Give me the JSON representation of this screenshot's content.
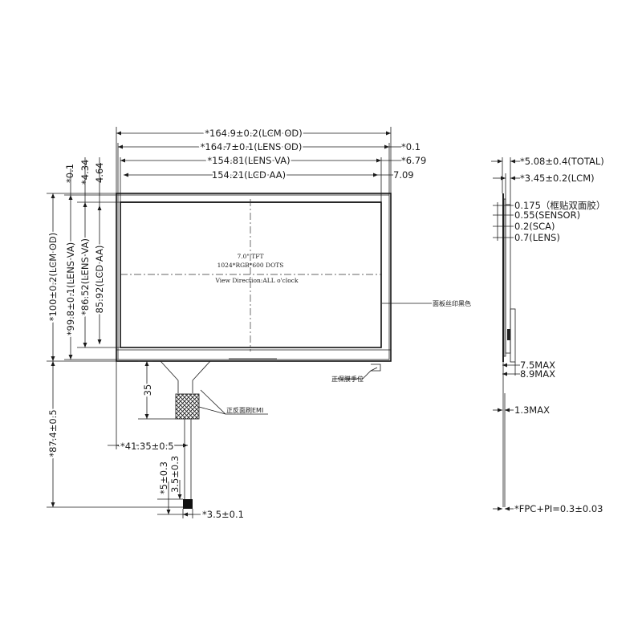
{
  "front_view": {
    "top_dims": {
      "lcm_od": "*164.9±0.2(LCM OD)",
      "lens_od": "*164.7±0.1(LENS OD)",
      "lens_va": "*154.81(LENS VA)",
      "lcd_aa": "154.21(LCD AA)",
      "right_offset_1": "*0.1",
      "right_offset_2": "*6.79",
      "right_offset_3": "7.09"
    },
    "left_dims": {
      "lcm_od": "*100±0.2(LCM OD)",
      "lens_va": "*99.8±0.1(LENS VA)",
      "lcd_aa_va": "*86.52(LENS VA)",
      "lcd_aa": "85.92(LCD AA)",
      "top_offset_1": "*0.1",
      "top_offset_2": "*4.34",
      "top_offset_3": "4.64"
    },
    "panel_text": {
      "size": "7.0\" TFT",
      "resolution": "1024*RGB*600 DOTS",
      "view": "View Direction:ALL o'clock"
    },
    "notes": {
      "bezel_print": "面板丝印黑色",
      "protective_film": "正保膜手位",
      "emi": "正反面刷EMI"
    },
    "fpc_dims": {
      "height": "35",
      "total": "*87.4±0.5",
      "offset": "*41.35±0.5",
      "contact_1": "*5±0.3",
      "contact_2": "3.5±0.3",
      "width": "*3.5±0.1"
    }
  },
  "side_view": {
    "total": "*5.08±0.4(TOTAL)",
    "lcm": "*3.45±0.2(LCM)",
    "tape": "0.175（框贴双面胶）",
    "sensor": "0.55(SENSOR)",
    "sca": "0.2(SCA)",
    "lens": "0.7(LENS)",
    "max_1": "7.5MAX",
    "max_2": "8.9MAX",
    "fpc_max": "1.3MAX",
    "fpc_pi": "*FPC+PI=0.3±0.03"
  }
}
